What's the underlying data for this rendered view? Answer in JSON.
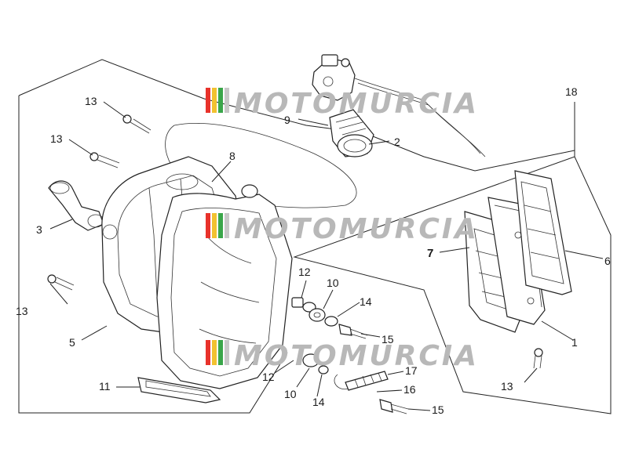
{
  "watermark": {
    "text": "MOTOMURCIA",
    "stripe_colors": [
      "#e8322b",
      "#f2c230",
      "#3aa64a",
      "#c8c8c8"
    ]
  },
  "callouts": {
    "c13a": "13",
    "c13b": "13",
    "c13c": "13",
    "c13d": "13",
    "c9": "9",
    "c2": "2",
    "c18": "18",
    "c8": "8",
    "c3": "3",
    "c7": "7",
    "c6": "6",
    "c12a": "12",
    "c10a": "10",
    "c14a": "14",
    "c15a": "15",
    "c5": "5",
    "c1": "1",
    "c11": "11",
    "c12b": "12",
    "c10b": "10",
    "c14b": "14",
    "c17": "17",
    "c16": "16",
    "c15b": "15"
  }
}
